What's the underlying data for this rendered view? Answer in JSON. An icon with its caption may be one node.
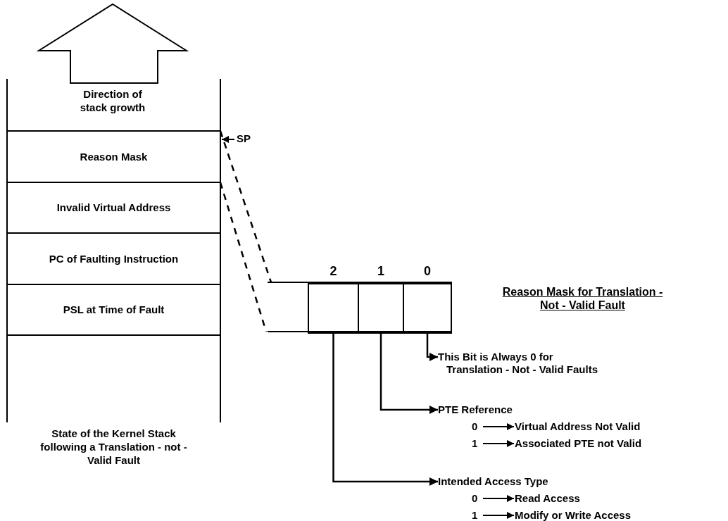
{
  "diagram": {
    "nodes": [
      {
        "text": [
          "Reason Mask"
        ]
      },
      {
        "text": [
          "Invalid Virtual Address"
        ]
      },
      {
        "text": [
          "PC of Faulting Instruction"
        ]
      },
      {
        "text": [
          "PSL at Time of Fault"
        ]
      },
      {
        "text": [],
        "shape": "box"
      },
      {
        "text": [],
        "shape": "box",
        "in": 4,
        "beside": [
          "2"
        ]
      },
      {
        "text": [],
        "shape": "box",
        "in": 4,
        "beside": [
          "1"
        ]
      },
      {
        "text": [],
        "shape": "box",
        "in": 4,
        "beside": [
          "0"
        ]
      },
      {
        "text": [
          "This Bit is Always 0 for Translation - Not - Valid Faults"
        ]
      },
      {
        "text": [
          "PTE Reference"
        ]
      },
      {
        "text": [
          "0"
        ]
      },
      {
        "text": [
          "Virtual Address Not Valid"
        ]
      },
      {
        "text": [
          "1"
        ]
      },
      {
        "text": [
          "Associated PTE not Valid"
        ]
      },
      {
        "text": [
          "Intended Access Type"
        ]
      },
      {
        "text": [
          "0"
        ]
      },
      {
        "text": [
          "Read Access"
        ]
      },
      {
        "text": [
          "1"
        ]
      },
      {
        "text": [
          "Modify or Write Access"
        ]
      },
      {
        "text": [
          "SP"
        ]
      }
    ],
    "edges": [
      {
        "from": 0,
        "to": 4,
        "arrow": "none",
        "style": "dashed"
      },
      {
        "from": 0,
        "to": 4,
        "arrow": "none",
        "style": "dashed"
      },
      {
        "from": 7,
        "to": 8,
        "arrow": "to"
      },
      {
        "from": 6,
        "to": 9,
        "arrow": "to"
      },
      {
        "from": 10,
        "to": 11,
        "arrow": "to"
      },
      {
        "from": 12,
        "to": 13,
        "arrow": "to"
      },
      {
        "from": 5,
        "to": 14,
        "arrow": "to"
      },
      {
        "from": 15,
        "to": 16,
        "arrow": "to"
      },
      {
        "from": 17,
        "to": 18,
        "arrow": "to"
      },
      {
        "from": 19,
        "to": null,
        "arrow": "to"
      }
    ],
    "labels": [
      "Direction of stack growth",
      "Reason Mask for Translation - Not - Valid Fault",
      "State of the Kernel Stack following a Translation - not - Valid Fault"
    ]
  }
}
